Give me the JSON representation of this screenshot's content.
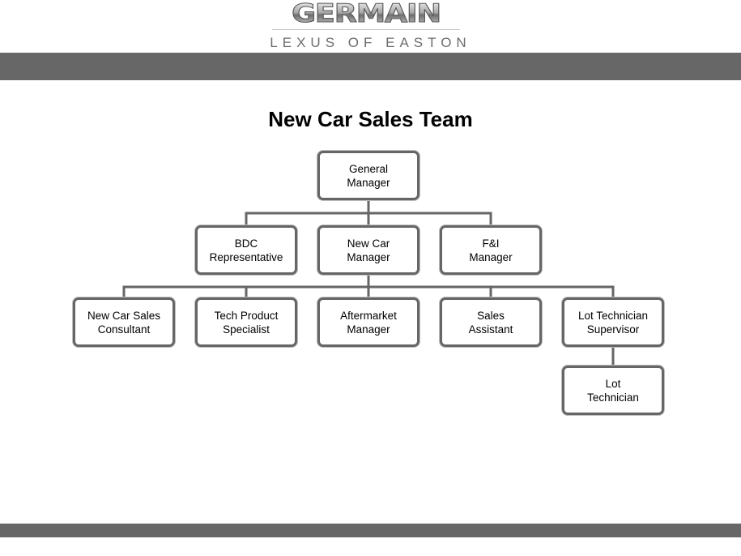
{
  "header": {
    "logo_main": "GERMAIN",
    "logo_sub": "LEXUS OF EASTON"
  },
  "chart": {
    "title": "New Car Sales Team",
    "nodes": {
      "general_manager": [
        "General",
        "Manager"
      ],
      "bdc_representative": [
        "BDC",
        "Representative"
      ],
      "new_car_manager": [
        "New Car",
        "Manager"
      ],
      "fi_manager": [
        "F&I",
        "Manager"
      ],
      "new_car_sales_consultant": [
        "New Car Sales",
        "Consultant"
      ],
      "tech_product_specialist": [
        "Tech Product",
        "Specialist"
      ],
      "aftermarket_manager": [
        "Aftermarket",
        "Manager"
      ],
      "sales_assistant": [
        "Sales",
        "Assistant"
      ],
      "lot_technician_supervisor": [
        "Lot Technician",
        "Supervisor"
      ],
      "lot_technician": [
        "Lot",
        "Technician"
      ]
    }
  },
  "colors": {
    "band": "#676767",
    "node_border": "#666666",
    "connector": "#666666"
  }
}
